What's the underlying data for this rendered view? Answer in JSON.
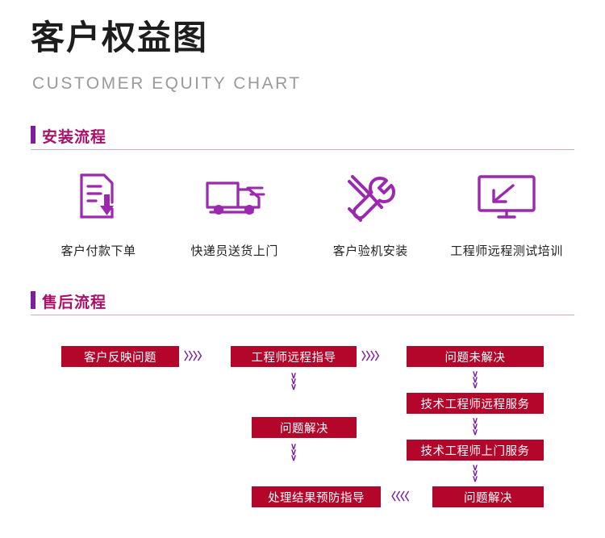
{
  "header": {
    "title_cn": "客户权益图",
    "title_en": "CUSTOMER EQUITY CHART"
  },
  "sections": {
    "install": {
      "label": "安装流程",
      "steps": [
        {
          "icon": "document-download-icon",
          "label": "客户付款下单"
        },
        {
          "icon": "delivery-truck-icon",
          "label": "快递员送货上门"
        },
        {
          "icon": "wrench-screwdriver-icon",
          "label": "客户验机安装"
        },
        {
          "icon": "monitor-arrow-icon",
          "label": "工程师远程测试培训"
        }
      ]
    },
    "after_sales": {
      "label": "售后流程",
      "nodes": {
        "n1": "客户反映问题",
        "n2": "工程师远程指导",
        "n3": "问题未解决",
        "n4": "技术工程师远程服务",
        "n5": "技术工程师上门服务",
        "n6": "问题解决",
        "n7": "问题解决",
        "n8": "处理结果预防指导"
      },
      "connectors": {
        "right1": "〉〉〉〉",
        "right2": "〉〉〉〉",
        "left1": "〈〈〈〈"
      }
    }
  },
  "colors": {
    "accent_purple": "#7b1fa2",
    "accent_magenta": "#a8106a",
    "node_red": "#b4052a",
    "rule": "#d9a7bf"
  }
}
